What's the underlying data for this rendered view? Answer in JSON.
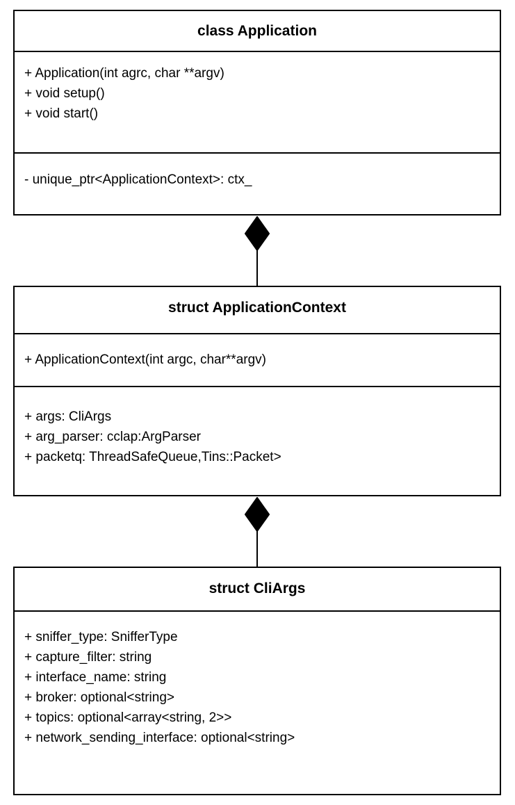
{
  "diagram": {
    "type": "uml-class-diagram",
    "title": "",
    "colors": {
      "background": "#ffffff",
      "border": "#000000",
      "text": "#000000",
      "connector": "#000000"
    },
    "classes": [
      {
        "id": "application",
        "title": "class Application",
        "stereotype": "class",
        "name": "Application",
        "operations": [
          "+ Application(int agrc, char **argv)",
          "+ void setup()",
          "+ void start()"
        ],
        "attributes": [
          "- unique_ptr<ApplicationContext>: ctx_"
        ]
      },
      {
        "id": "application-context",
        "title": "struct ApplicationContext",
        "stereotype": "struct",
        "name": "ApplicationContext",
        "operations": [
          "+ ApplicationContext(int argc, char**argv)"
        ],
        "attributes": [
          "+ args: CliArgs",
          "+ arg_parser: cclap:ArgParser",
          "+ packetq: ThreadSafeQueue,Tins::Packet>"
        ]
      },
      {
        "id": "cliargs",
        "title": "struct CliArgs",
        "stereotype": "struct",
        "name": "CliArgs",
        "operations": [],
        "attributes": [
          "+ sniffer_type: SnifferType",
          "+ capture_filter: string",
          "+ interface_name: string",
          "+ broker: optional<string>",
          "+ topics: optional<array<string, 2>>",
          "+ network_sending_interface: optional<string>"
        ]
      }
    ],
    "relationships": [
      {
        "id": "composition-1",
        "kind": "composition",
        "marker": "filled-diamond",
        "from": "application",
        "to": "application-context"
      },
      {
        "id": "composition-2",
        "kind": "composition",
        "marker": "filled-diamond",
        "from": "application-context",
        "to": "cliargs"
      }
    ]
  }
}
